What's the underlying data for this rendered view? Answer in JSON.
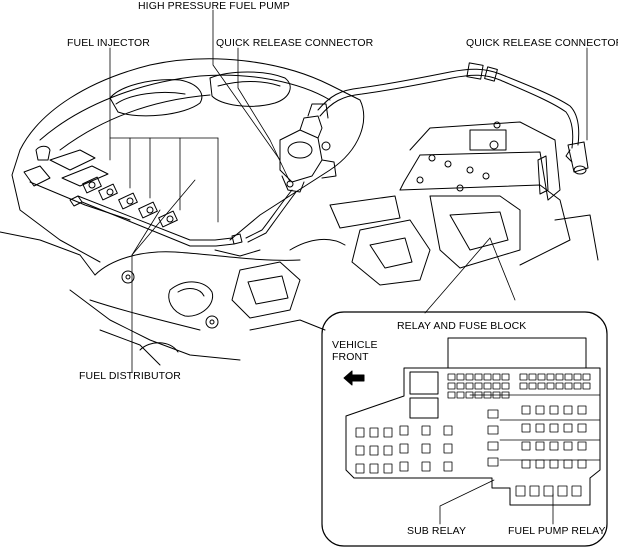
{
  "labels": {
    "high_pressure_fuel_pump": "HIGH PRESSURE FUEL PUMP",
    "fuel_injector": "FUEL INJECTOR",
    "quick_release_connector_left": "QUICK RELEASE CONNECTOR",
    "quick_release_connector_right": "QUICK RELEASE CONNECTOR",
    "fuel_distributor": "FUEL DISTRIBUTOR",
    "relay_and_fuse_block": "RELAY AND FUSE BLOCK",
    "vehicle_front_line1": "VEHICLE",
    "vehicle_front_line2": "FRONT",
    "sub_relay": "SUB RELAY",
    "fuel_pump_relay": "FUEL PUMP RELAY"
  },
  "colors": {
    "line": "#000000",
    "background": "#ffffff"
  }
}
